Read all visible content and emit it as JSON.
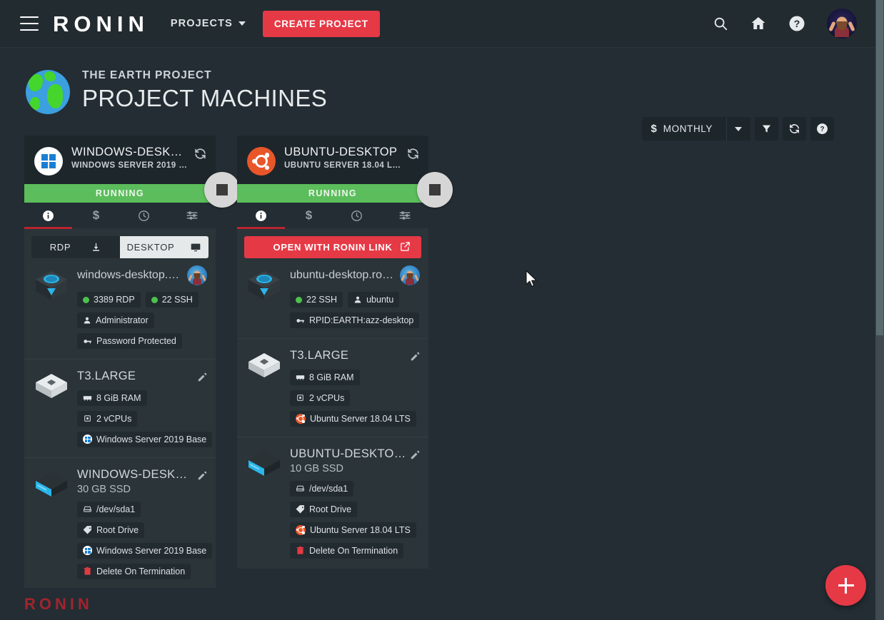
{
  "nav": {
    "menu_icon": "hamburger-icon",
    "brand": "RONIN",
    "projects_label": "PROJECTS",
    "create_label": "CREATE PROJECT",
    "icons": [
      "search-icon",
      "home-icon",
      "help-icon",
      "user-avatar"
    ]
  },
  "header": {
    "eyebrow": "THE EARTH PROJECT",
    "title": "PROJECT MACHINES",
    "project_icon": "earth-globe-icon"
  },
  "toolbar": {
    "currency_icon": "dollar-icon",
    "period_label": "MONTHLY",
    "filter_icon": "filter-icon",
    "refresh_icon": "refresh-icon",
    "help_icon": "help-icon"
  },
  "cards": [
    {
      "id": "windows-desktop",
      "os_icon": "windows-logo-icon",
      "name": "WINDOWS-DESK…",
      "os_label": "WINDOWS SERVER 2019 …",
      "status": "RUNNING",
      "stop_label": "stop-button",
      "tabs": [
        "info-tab",
        "cost-tab",
        "history-tab",
        "settings-tab"
      ],
      "active_tab": 0,
      "actions": {
        "type": "split",
        "left": "RDP",
        "left_icon": "download-icon",
        "right": "DESKTOP",
        "right_icon": "monitor-icon"
      },
      "connection": {
        "hostname": "windows-desktop.ro…",
        "avatar": "user-avatar",
        "chips": [
          {
            "icon": "status-dot-green",
            "label": "3389 RDP"
          },
          {
            "icon": "status-dot-green",
            "label": "22 SSH"
          },
          {
            "icon": "user-icon",
            "label": "Administrator"
          },
          {
            "icon": "key-icon",
            "label": "Password Protected"
          }
        ]
      },
      "instance": {
        "title": "T3.LARGE",
        "icon": "instance-cube-icon",
        "edit_icon": "pencil-icon",
        "chips": [
          {
            "icon": "memory-icon",
            "label": "8 GiB RAM"
          },
          {
            "icon": "cpu-icon",
            "label": "2 vCPUs"
          },
          {
            "icon": "windows-logo-icon",
            "label": "Windows Server 2019 Base"
          }
        ]
      },
      "volume": {
        "title": "WINDOWS-DESKTOP",
        "subtitle": "30 GB SSD",
        "icon": "volume-cube-icon",
        "edit_icon": "pencil-icon",
        "chips": [
          {
            "icon": "disk-icon",
            "label": "/dev/sda1"
          },
          {
            "icon": "tag-icon",
            "label": "Root Drive"
          },
          {
            "icon": "windows-logo-icon",
            "label": "Windows Server 2019 Base"
          },
          {
            "icon": "trash-icon",
            "label": "Delete On Termination"
          }
        ]
      }
    },
    {
      "id": "ubuntu-desktop",
      "os_icon": "ubuntu-logo-icon",
      "name": "UBUNTU-DESKTOP",
      "os_label": "UBUNTU SERVER 18.04 L…",
      "status": "RUNNING",
      "stop_label": "stop-button",
      "tabs": [
        "info-tab",
        "cost-tab",
        "history-tab",
        "settings-tab"
      ],
      "active_tab": 0,
      "actions": {
        "type": "single",
        "label": "OPEN WITH RONIN LINK",
        "icon": "external-link-icon"
      },
      "connection": {
        "hostname": "ubuntu-desktop.roni…",
        "avatar": "user-avatar",
        "chips": [
          {
            "icon": "status-dot-green",
            "label": "22 SSH"
          },
          {
            "icon": "user-icon",
            "label": "ubuntu"
          },
          {
            "icon": "key-icon",
            "label": "RPID:EARTH:azz-desktop"
          }
        ]
      },
      "instance": {
        "title": "T3.LARGE",
        "icon": "instance-cube-icon",
        "edit_icon": "pencil-icon",
        "chips": [
          {
            "icon": "memory-icon",
            "label": "8 GiB RAM"
          },
          {
            "icon": "cpu-icon",
            "label": "2 vCPUs"
          },
          {
            "icon": "ubuntu-logo-icon",
            "label": "Ubuntu Server 18.04 LTS"
          }
        ]
      },
      "volume": {
        "title": "UBUNTU-DESKTOP-/DEV/SDA",
        "subtitle": "10 GB SSD",
        "icon": "volume-cube-icon",
        "edit_icon": "pencil-icon",
        "chips": [
          {
            "icon": "disk-icon",
            "label": "/dev/sda1"
          },
          {
            "icon": "tag-icon",
            "label": "Root Drive"
          },
          {
            "icon": "ubuntu-logo-icon",
            "label": "Ubuntu Server 18.04 LTS"
          },
          {
            "icon": "trash-icon",
            "label": "Delete On Termination"
          }
        ]
      }
    }
  ],
  "footer": {
    "logo": "RONIN"
  },
  "fab": {
    "icon": "plus-icon"
  },
  "colors": {
    "accent_red": "#e63946",
    "status_green": "#5bbd5b",
    "page_bg": "#232d33",
    "nav_bg": "#222b30",
    "card_bg": "#2a3439",
    "chip_bg": "#222b30",
    "footer_logo": "#a3232e"
  }
}
